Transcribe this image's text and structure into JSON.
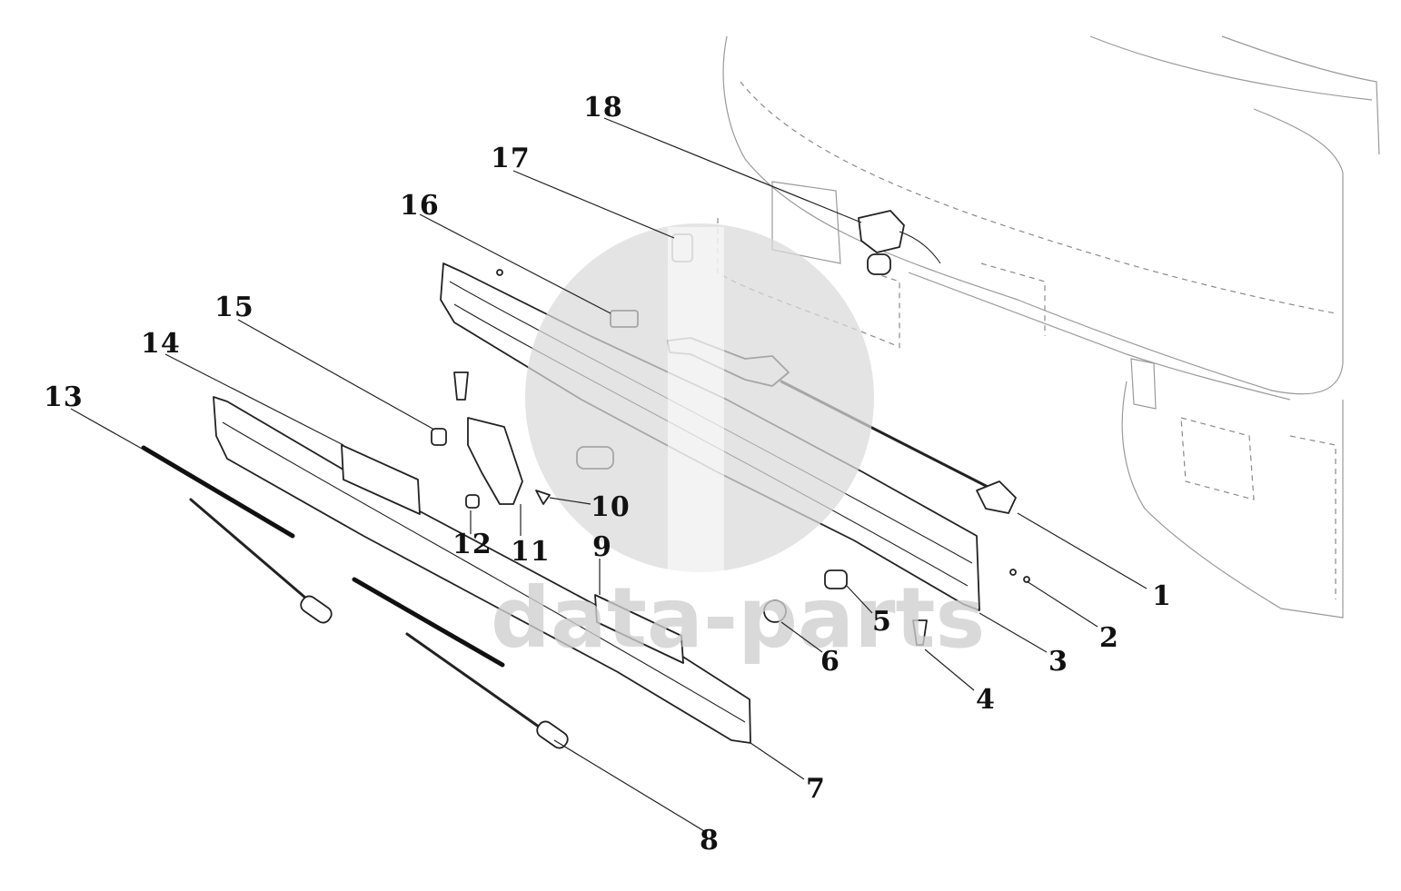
{
  "callouts": [
    {
      "id": "1",
      "text": "1"
    },
    {
      "id": "2",
      "text": "2"
    },
    {
      "id": "3",
      "text": "3"
    },
    {
      "id": "4",
      "text": "4"
    },
    {
      "id": "5",
      "text": "5"
    },
    {
      "id": "6",
      "text": "6"
    },
    {
      "id": "7",
      "text": "7"
    },
    {
      "id": "8",
      "text": "8"
    },
    {
      "id": "9",
      "text": "9"
    },
    {
      "id": "10",
      "text": "10"
    },
    {
      "id": "11",
      "text": "11"
    },
    {
      "id": "12",
      "text": "12"
    },
    {
      "id": "13",
      "text": "13"
    },
    {
      "id": "14",
      "text": "14"
    },
    {
      "id": "15",
      "text": "15"
    },
    {
      "id": "16",
      "text": "16"
    },
    {
      "id": "17",
      "text": "17"
    },
    {
      "id": "18",
      "text": "18"
    }
  ],
  "watermark": {
    "text": "data-parts",
    "logo": "dp-logo"
  },
  "colors": {
    "line": "#222222",
    "ghost": "#8a8a8a",
    "watermark": "#d9d9d9",
    "background": "#ffffff"
  }
}
